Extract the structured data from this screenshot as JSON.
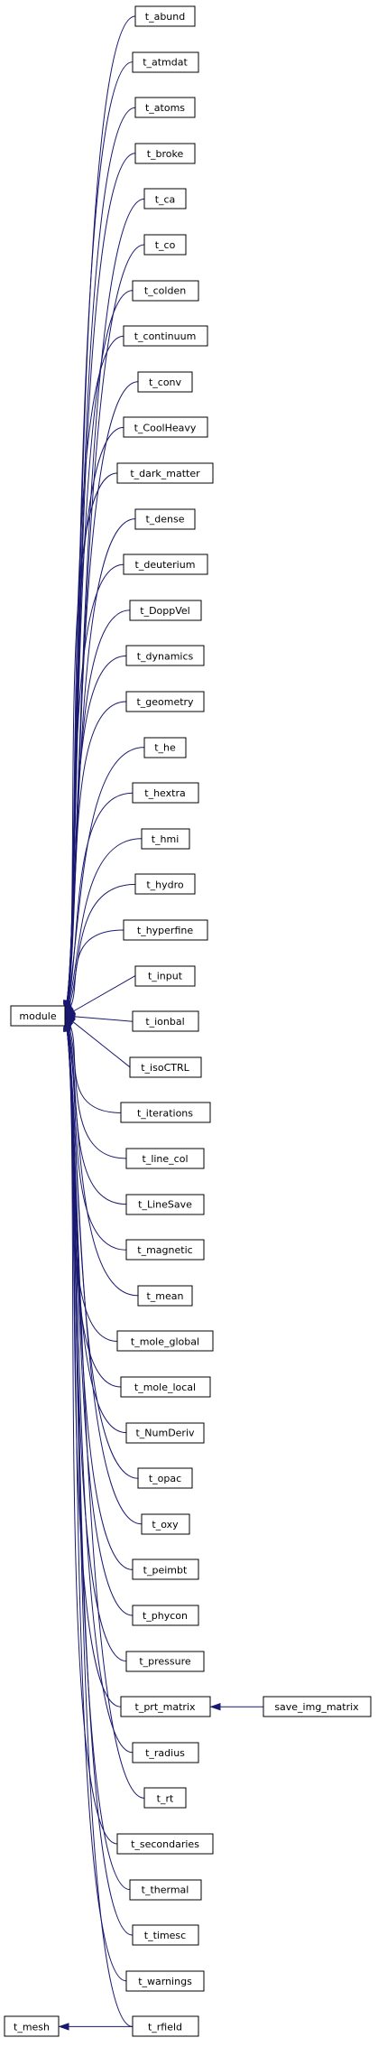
{
  "graph": {
    "edge_color": "#191970",
    "root": "module",
    "children": [
      "t_abund",
      "t_atmdat",
      "t_atoms",
      "t_broke",
      "t_ca",
      "t_co",
      "t_colden",
      "t_continuum",
      "t_conv",
      "t_CoolHeavy",
      "t_dark_matter",
      "t_dense",
      "t_deuterium",
      "t_DoppVel",
      "t_dynamics",
      "t_geometry",
      "t_he",
      "t_hextra",
      "t_hmi",
      "t_hydro",
      "t_hyperfine",
      "t_input",
      "t_ionbal",
      "t_isoCTRL",
      "t_iterations",
      "t_line_col",
      "t_LineSave",
      "t_magnetic",
      "t_mean",
      "t_mole_global",
      "t_mole_local",
      "t_NumDeriv",
      "t_opac",
      "t_oxy",
      "t_peimbt",
      "t_phycon",
      "t_pressure",
      "t_prt_matrix",
      "t_radius",
      "t_rt",
      "t_secondaries",
      "t_thermal",
      "t_timesc",
      "t_warnings",
      "t_rfield"
    ],
    "extra_nodes": [
      "save_img_matrix",
      "t_mesh"
    ],
    "extra_edges": [
      {
        "from": "save_img_matrix",
        "to": "t_prt_matrix"
      },
      {
        "from": "t_rfield",
        "to": "t_mesh"
      }
    ]
  }
}
